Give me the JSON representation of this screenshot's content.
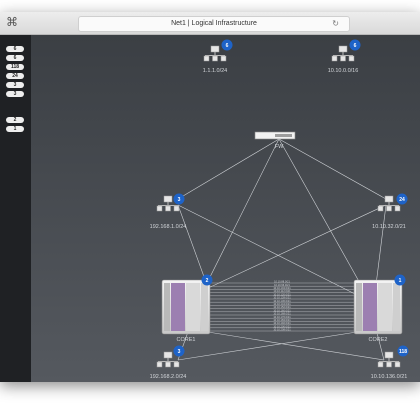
{
  "window": {
    "title": "Net1 | Logical Infrastructure"
  },
  "toolbar": {
    "command_icon": "⌘",
    "reload_icon": "↻"
  },
  "sidebar": {
    "badges": [
      "6",
      "6",
      "118",
      "24",
      "3",
      "3",
      "2",
      "1"
    ]
  },
  "nodes": {
    "net_top_left": {
      "label": "1.1.1.0/24",
      "count": "6"
    },
    "net_top_right": {
      "label": "10.10.0.0/16",
      "count": "6"
    },
    "firewall": {
      "label": "FW"
    },
    "net_mid_left": {
      "label": "192.168.1.0/24",
      "count": "3"
    },
    "net_mid_right": {
      "label": "10.10.32.0/21",
      "count": "24"
    },
    "core1": {
      "label": "CORE1",
      "count": "2"
    },
    "core2": {
      "label": "CORE2",
      "count": "1"
    },
    "net_bot_left": {
      "label": "192.168.2.0/24",
      "count": "3"
    },
    "net_bot_right": {
      "label": "10.10.136.0/21",
      "count": "118"
    }
  },
  "trunk_links": {
    "labels": [
      "10.10.88.0/21",
      "10.10.96.0/21",
      "10.10.104.0/21",
      "10.10.112.0/21",
      "10.10.120.0/21",
      "10.10.128.0/21",
      "10.10.136.0/21",
      "10.10.144.0/21",
      "10.10.152.0/21",
      "10.10.160.0/21",
      "10.10.168.0/21",
      "10.10.176.0/21",
      "10.10.184.0/21",
      "10.10.192.0/21",
      "10.10.200.0/21",
      "10.10.208.0/21"
    ]
  }
}
